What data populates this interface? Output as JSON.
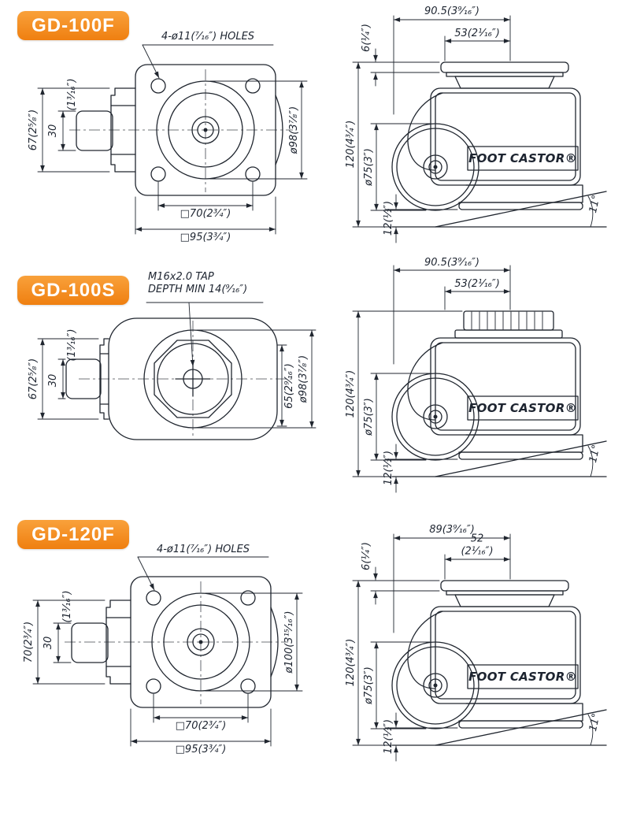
{
  "colors": {
    "badge_orange": "#f68b1f",
    "line": "#20262f",
    "background": "#ffffff"
  },
  "models": [
    {
      "badge": "GD-100F",
      "top_view": {
        "note": "4-ø11(⁷⁄₁₆″) HOLES",
        "dim_bracket_height": "67(2⁵⁄₈″)",
        "dim_pad_value": "30",
        "dim_pad_fraction": "(1³⁄₁₆″)",
        "dim_bolt_square": "□70(2³⁄₄″)",
        "dim_plate_square": "□95(3³⁄₄″)",
        "dim_wheel_diameter": "ø98(3⁷⁄₈″)"
      },
      "side_view": {
        "dim_overall_width": "90.5(3⁹⁄₁₆″)",
        "dim_offset": "53(2¹⁄₁₆″)",
        "dim_plate_thickness": "6(¹⁄₄″)",
        "dim_overall_height": "120(4³⁄₄″)",
        "dim_wheel_diameter": "ø75(3″)",
        "dim_lift": "12(¹⁄₂″)",
        "dim_angle": "11°",
        "brand": "FOOT CASTOR®"
      }
    },
    {
      "badge": "GD-100S",
      "top_view": {
        "note": "M16x2.0 TAP\nDEPTH MIN 14(⁹⁄₁₆″)",
        "dim_bracket_height": "67(2⁵⁄₈″)",
        "dim_pad_value": "30",
        "dim_pad_fraction": "(1³⁄₁₆″)",
        "dim_body_height": "65(2⁹⁄₁₆″)",
        "dim_wheel_diameter": "ø98(3⁷⁄₈″)"
      },
      "side_view": {
        "dim_overall_width": "90.5(3⁹⁄₁₆″)",
        "dim_offset": "53(2¹⁄₁₆″)",
        "dim_overall_height": "120(4³⁄₄″)",
        "dim_wheel_diameter": "ø75(3″)",
        "dim_lift": "12(¹⁄₂″)",
        "dim_angle": "11°",
        "brand": "FOOT CASTOR®"
      }
    },
    {
      "badge": "GD-120F",
      "top_view": {
        "note": "4-ø11(⁷⁄₁₆″) HOLES",
        "dim_bracket_height": "70(2³⁄₄″)",
        "dim_pad_value": "30",
        "dim_pad_fraction": "(1³⁄₁₆″)",
        "dim_bolt_square": "□70(2³⁄₄″)",
        "dim_plate_square": "□95(3³⁄₄″)",
        "dim_wheel_diameter": "ø100(3¹⁵⁄₁₆″)"
      },
      "side_view": {
        "dim_overall_width": "89(3⁹⁄₁₆″)",
        "dim_offset": "52\n(2¹⁄₁₆″)",
        "dim_plate_thickness": "6(¹⁄₄″)",
        "dim_overall_height": "120(4³⁄₄″)",
        "dim_wheel_diameter": "ø75(3″)",
        "dim_lift": "12(¹⁄₂″)",
        "dim_angle": "11°",
        "brand": "FOOT CASTOR®"
      }
    }
  ]
}
